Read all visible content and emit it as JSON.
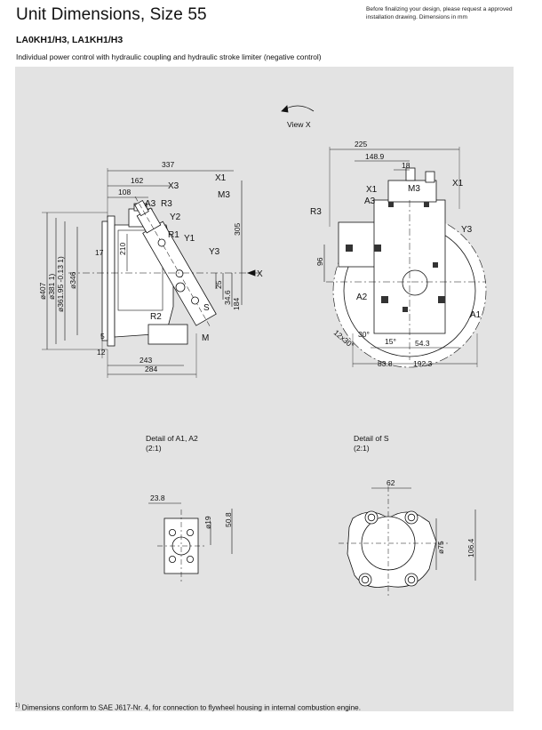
{
  "header": {
    "title": "Unit Dimensions, Size 55",
    "note": "Before finalizing your design, please request a approved installation drawing. Dimensions in mm",
    "models": "LA0KH1/H3, LA1KH1/H3",
    "description": "Individual power control with hydraulic coupling and hydraulic stroke limiter (negative control)"
  },
  "footnote": {
    "mark": "1)",
    "text": "Dimensions conform to SAE J617-Nr. 4, for connection to flywheel housing in internal combustion engine."
  },
  "view_label": "View X",
  "side_view": {
    "dims": {
      "d337": "337",
      "d162": "162",
      "d108": "108",
      "d305": "305",
      "d210": "210",
      "d17": "17",
      "d5": "5",
      "d12": "12",
      "d243": "243",
      "d284": "284",
      "d25": "25",
      "d346b": "34.6",
      "d184": "184",
      "dia407": "ø407",
      "dia381": "ø381 1)",
      "dia361": "ø361.95 -0.13 1)",
      "dia346": "ø346"
    },
    "ports": {
      "X1": "X1",
      "X3": "X3",
      "M3": "M3",
      "A3": "A3",
      "R3": "R3",
      "Y2": "Y2",
      "R1": "R1",
      "Y1": "Y1",
      "Y3": "Y3",
      "R2": "R2",
      "S": "S",
      "M": "M",
      "X": "X"
    }
  },
  "front_view": {
    "dims": {
      "d225": "225",
      "d1489": "148.9",
      "d18": "18",
      "d96": "96",
      "d12x30": "12x30°",
      "d30": "30°",
      "d15": "15°",
      "d543": "54.3",
      "d838": "83.8",
      "d1923": "192.3"
    },
    "ports": {
      "X1": "X1",
      "M3": "M3",
      "X1b": "X1",
      "A3": "A3",
      "R3": "R3",
      "Y3": "Y3",
      "A2": "A2",
      "A1": "A1"
    }
  },
  "detail_a": {
    "title": "Detail of A1, A2",
    "scale": "(2:1)",
    "dims": {
      "d238": "23.8",
      "dia19": "ø19",
      "d508": "50.8"
    }
  },
  "detail_s": {
    "title": "Detail of S",
    "scale": "(2:1)",
    "dims": {
      "d62": "62",
      "dia75": "ø75",
      "d1064": "106.4"
    }
  }
}
